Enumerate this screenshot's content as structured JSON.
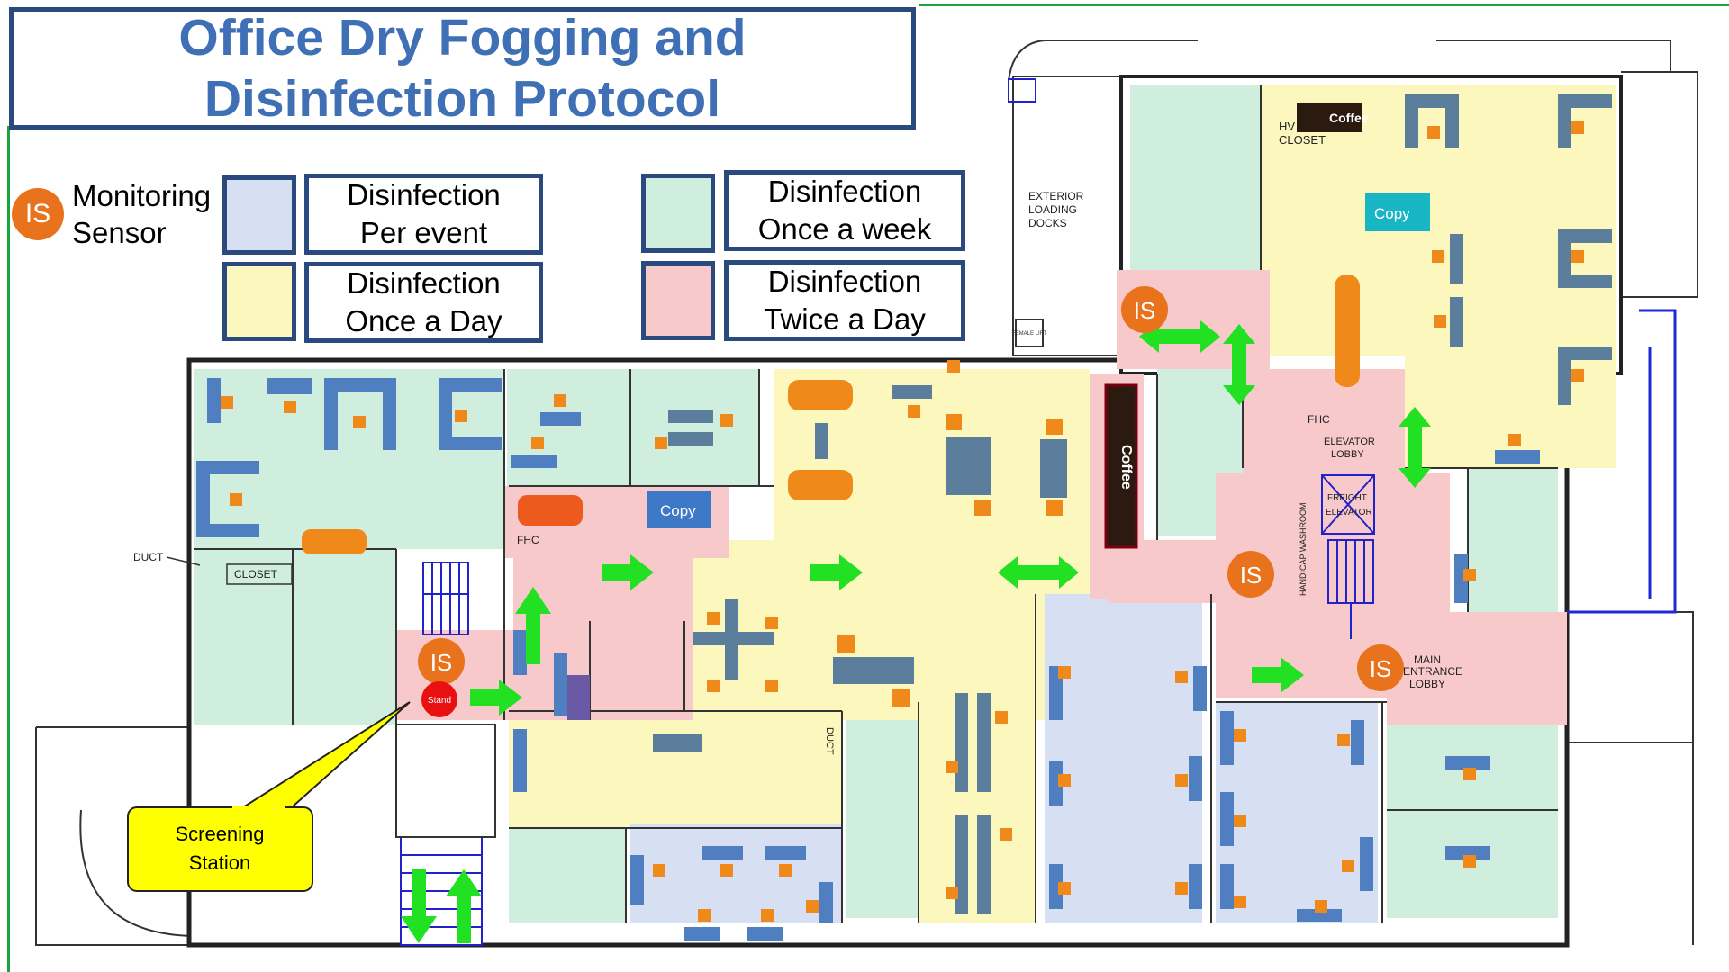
{
  "title": {
    "line1": "Office Dry Fogging and",
    "line2": "Disinfection Protocol"
  },
  "legend": {
    "sensor_badge": "IS",
    "sensor_label_line1": "Monitoring",
    "sensor_label_line2": "Sensor",
    "items": [
      {
        "line1": "Disinfection",
        "line2": "Per  event",
        "color": "#d6e0f2"
      },
      {
        "line1": "Disinfection",
        "line2": "Once a week",
        "color": "#cfeedd"
      },
      {
        "line1": "Disinfection",
        "line2": "Once a Day",
        "color": "#fbf7bd"
      },
      {
        "line1": "Disinfection",
        "line2": "Twice a Day",
        "color": "#f8c9cb"
      }
    ]
  },
  "plan_labels": {
    "coffee_top": "Coffee",
    "coffee_mid": "Coffee",
    "copy_top": "Copy",
    "copy_mid": "Copy",
    "hv_closet": "HV",
    "closet_top": "CLOSET",
    "exterior_line1": "EXTERIOR",
    "exterior_line2": "LOADING",
    "exterior_line3": "DOCKS",
    "fhc_left": "FHC",
    "fhc_right": "FHC",
    "elevator_lobby_line1": "ELEVATOR",
    "elevator_lobby_line2": "LOBBY",
    "freight_line1": "FREIGHT",
    "freight_line2": "ELEVATOR",
    "handicap_washroom": "HANDICAP WASHROOM",
    "main_entrance_line1": "MAIN",
    "main_entrance_line2": "ENTRANCE",
    "main_entrance_line3": "LOBBY",
    "duct_left": "DUCT",
    "duct_mid": "DUCT",
    "closet_left": "CLOSET",
    "female_lift": "FEMALE LIFT",
    "stand": "Stand",
    "sensor_badge": "IS"
  },
  "callout": {
    "line1": "Screening",
    "line2": "Station"
  },
  "colors": {
    "per_event": "#d6e0f2",
    "weekly": "#cfeedd",
    "daily": "#fbf7bd",
    "twice_daily": "#f8c9cb",
    "sensor": "#e8731c",
    "arrow": "#22e022",
    "furniture_blue": "#4f7fc0",
    "furniture_gray": "#5a7e9c",
    "furniture_orange": "#ef8a1a",
    "title_blue": "#3f6fb5",
    "frame_navy": "#2a4a7f",
    "callout_yellow": "#ffff00",
    "copy_teal": "#18b6c4"
  }
}
